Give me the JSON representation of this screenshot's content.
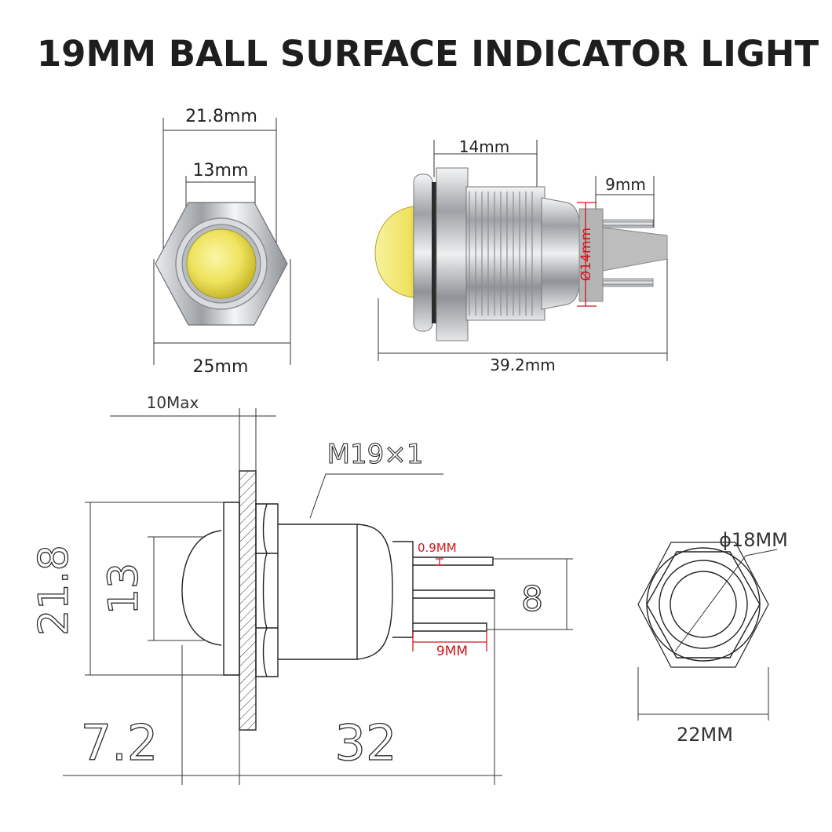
{
  "title": "19MM BALL SURFACE INDICATOR LIGHT",
  "photo_front": {
    "top_width": "21.8mm",
    "lens_width": "13mm",
    "bottom_width": "25mm"
  },
  "photo_side": {
    "thread_length": "14mm",
    "terminal_length": "9mm",
    "body_diameter": "Ø14mm",
    "total_length": "39.2mm"
  },
  "drawing_side": {
    "panel_max": "10Max",
    "thread": "M19×1",
    "height": "21.8",
    "lens": "13",
    "pin_thickness": "0.9MM",
    "pin_span": "8",
    "pin_length": "9MM",
    "head_length": "7.2",
    "body_length": "32"
  },
  "drawing_front": {
    "outer_diameter": "ϕ18MM",
    "hex_width": "22MM"
  },
  "colors": {
    "lens_yellow": "#f2e86a",
    "chrome": "#c9cccf",
    "dim_red": "#d0161f",
    "plastic": "#b9b9b9"
  }
}
